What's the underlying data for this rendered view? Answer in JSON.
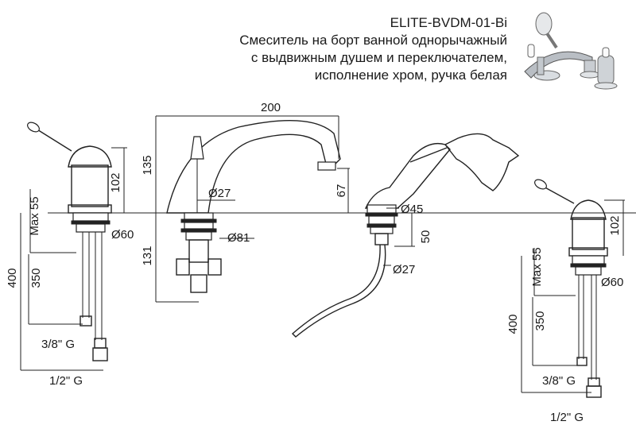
{
  "header": {
    "model": "ELITE-BVDM-01-Bi",
    "desc_line1": "Смеситель на борт ванной однорычажный",
    "desc_line2": "с выдвижным душем и переключателем,",
    "desc_line3": "исполнение хром, ручка белая"
  },
  "dims": {
    "spout_length": "200",
    "spout_height": "135",
    "spout_drop": "67",
    "d27_top": "Ø27",
    "d81": "Ø81",
    "below_deck": "131",
    "d45": "Ø45",
    "d27_shower": "Ø27",
    "shower_depth": "50",
    "left_handle_height": "102",
    "left_max55": "Max 55",
    "left_d60": "Ø60",
    "left_400": "400",
    "left_350": "350",
    "left_thread38": "3/8\" G",
    "left_thread12": "1/2\" G",
    "right_handle_height": "102",
    "right_max55": "Max 55",
    "right_d60": "Ø60",
    "right_400": "400",
    "right_350": "350",
    "right_thread38": "3/8\" G",
    "right_thread12": "1/2\" G"
  },
  "product_photo": {
    "icon": "faucet-photo-icon"
  }
}
